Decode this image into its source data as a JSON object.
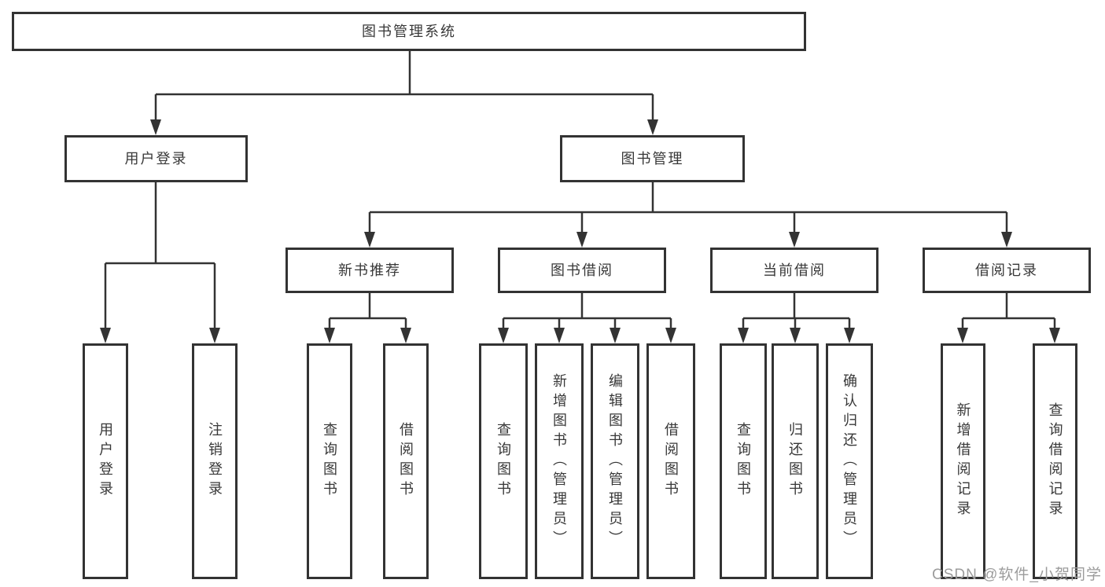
{
  "nodes": {
    "root": {
      "label": "图书管理系统"
    },
    "user_login": {
      "label": "用户登录"
    },
    "book_management": {
      "label": "图书管理"
    },
    "new_book_recommend": {
      "label": "新书推荐"
    },
    "book_borrowing": {
      "label": "图书借阅"
    },
    "current_borrowing": {
      "label": "当前借阅"
    },
    "borrowing_records": {
      "label": "借阅记录"
    },
    "leaf_user_login": {
      "label": "用户登录"
    },
    "leaf_logout": {
      "label": "注销登录"
    },
    "leaf_query_book_recommend": {
      "label": "查询图书"
    },
    "leaf_borrow_book_recommend": {
      "label": "借阅图书"
    },
    "leaf_query_book_borrowing": {
      "label": "查询图书"
    },
    "leaf_add_book": {
      "label": "新增图书（管理员）"
    },
    "leaf_edit_book": {
      "label": "编辑图书（管理员）"
    },
    "leaf_borrow_book_borrowing": {
      "label": "借阅图书"
    },
    "leaf_query_book_current": {
      "label": "查询图书"
    },
    "leaf_return_book": {
      "label": "归还图书"
    },
    "leaf_confirm_return": {
      "label": "确认归还（管理员）"
    },
    "leaf_add_borrow_record": {
      "label": "新增借阅记录"
    },
    "leaf_query_borrow_record": {
      "label": "查询借阅记录"
    }
  },
  "watermark": {
    "text": "CSDN @软件_小贺同学"
  },
  "colors": {
    "line": "#333333",
    "box_border": "#333333",
    "text": "#383838",
    "background": "#ffffff",
    "watermark": "#9c9c9c"
  }
}
